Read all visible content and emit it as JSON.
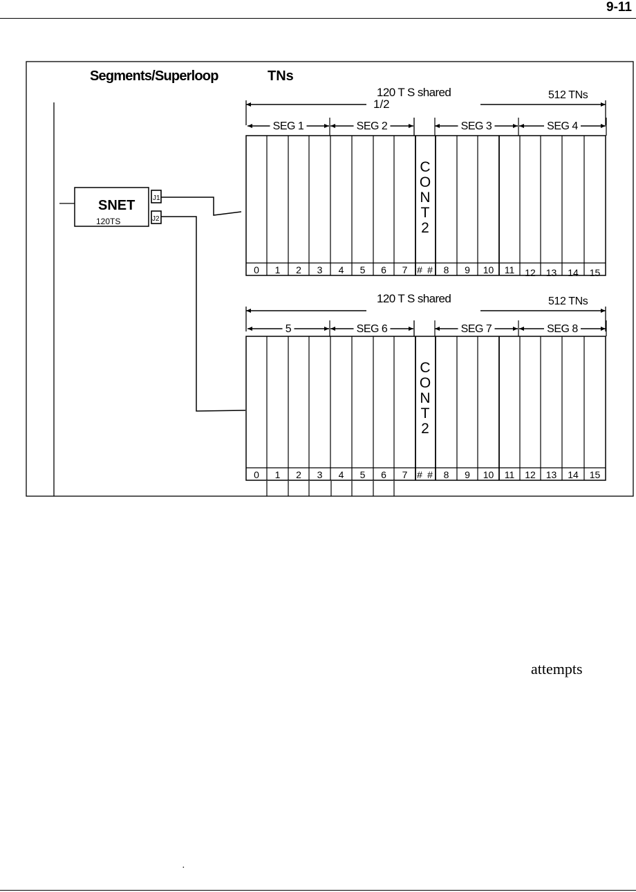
{
  "page": {
    "number": "9-11",
    "stray_word": "attempts",
    "stray_mark": "·"
  },
  "figure": {
    "title_left": "Segments/Superloop",
    "title_right": "TNs",
    "snet": {
      "label": "SNET",
      "sublabel": "120TS",
      "port1": "J1",
      "port2": "J2"
    },
    "shelves": [
      {
        "shared_label": "120 T S shared",
        "half_label": "1/2",
        "tns_label": "512 TNs",
        "segments": [
          "SEG 1",
          "SEG 2",
          "SEG 3",
          "SEG 4"
        ],
        "controller_letters": [
          "C",
          "O",
          "N",
          "T",
          "2"
        ],
        "slot_numbers": [
          "0",
          "1",
          "2",
          "3",
          "4",
          "5",
          "6",
          "7",
          "#",
          "#",
          "8",
          "9",
          "10",
          "11",
          "12",
          "13",
          "14",
          "15"
        ]
      },
      {
        "shared_label": "120 T S shared",
        "half_label": "",
        "tns_label": "512 TNs",
        "segments": [
          "5",
          "SEG 6",
          "SEG 7",
          "SEG 8"
        ],
        "controller_letters": [
          "C",
          "O",
          "N",
          "T",
          "2"
        ],
        "slot_numbers": [
          "0",
          "1",
          "2",
          "3",
          "4",
          "5",
          "6",
          "7",
          "#",
          "#",
          "8",
          "9",
          "10",
          "11",
          "12",
          "13",
          "14",
          "15"
        ]
      }
    ]
  }
}
